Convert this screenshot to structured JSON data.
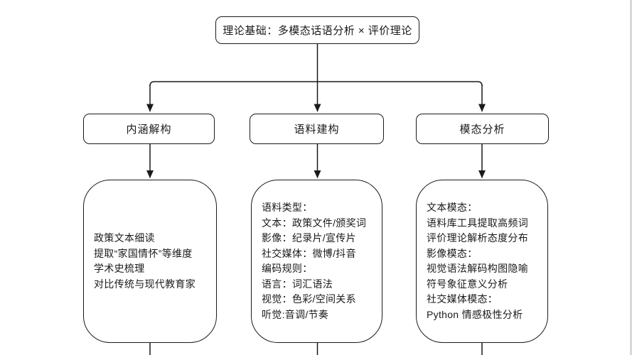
{
  "diagram": {
    "root": {
      "label": "理论基础：多模态话语分析 × 评价理论"
    },
    "branches": [
      {
        "label": "内涵解构",
        "details": [
          "政策文本细读",
          "提取“家国情怀”等维度",
          "学术史梳理",
          "对比传统与现代教育家"
        ]
      },
      {
        "label": "语料建构",
        "details": [
          "语料类型：",
          "文本：政策文件/颁奖词",
          "影像：纪录片/宣传片",
          "社交媒体：微博/抖音",
          "编码规则：",
          "语言：词汇语法",
          "视觉：色彩/空间关系",
          "听觉:音调/节奏"
        ]
      },
      {
        "label": "模态分析",
        "details": [
          "文本模态：",
          "语料库工具提取高频词",
          "评价理论解析态度分布",
          "影像模态：",
          "视觉语法解码构图隐喻",
          "符号象征意义分析",
          "社交媒体模态：",
          "Python 情感极性分析"
        ]
      }
    ]
  },
  "colors": {
    "background": "#ffffff",
    "line": "#1a1a1a",
    "box_border": "#1a1a1a",
    "text": "#1a1a1a"
  }
}
